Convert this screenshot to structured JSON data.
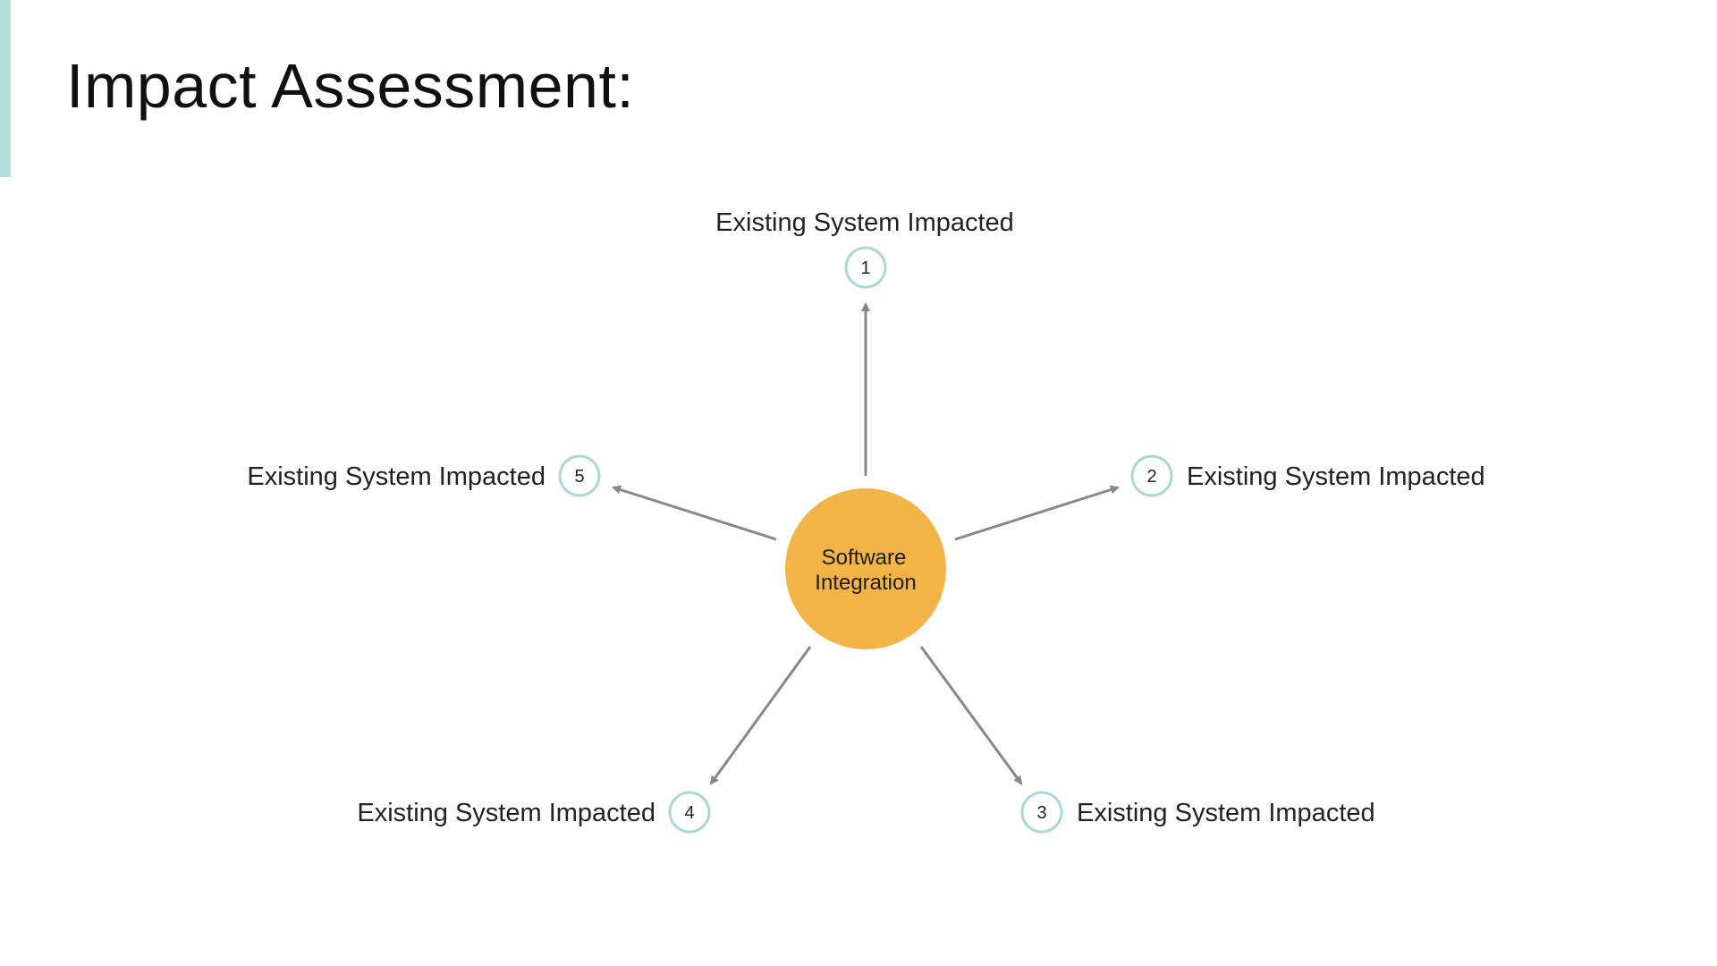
{
  "slide": {
    "title": "Impact Assessment:"
  },
  "diagram": {
    "center": {
      "label_line1": "Software",
      "label_line2": "Integration"
    },
    "nodes": [
      {
        "number": "1",
        "label": "Existing System Impacted"
      },
      {
        "number": "2",
        "label": "Existing System Impacted"
      },
      {
        "number": "3",
        "label": "Existing System Impacted"
      },
      {
        "number": "4",
        "label": "Existing System Impacted"
      },
      {
        "number": "5",
        "label": "Existing System Impacted"
      }
    ]
  },
  "colors": {
    "accent": "#b3dedb",
    "center_fill": "#f2b447",
    "node_ring": "#a9d8d5",
    "arrow": "#888888"
  }
}
